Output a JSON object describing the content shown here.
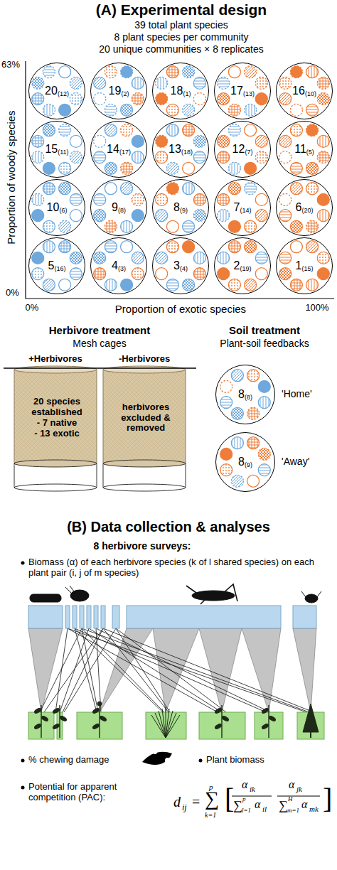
{
  "diagram": {
    "title": "(A) Experimental design",
    "nodes": [
      {
        "text": [
          "20",
          "(12)"
        ]
      },
      {
        "text": [
          "19",
          "(2)"
        ]
      },
      {
        "text": [
          "18",
          "(1)"
        ]
      },
      {
        "text": [
          "17",
          "(13)"
        ]
      },
      {
        "text": [
          "16",
          "(10)"
        ]
      },
      {
        "text": [
          "15",
          "(11)"
        ]
      },
      {
        "text": [
          "14",
          "(17)"
        ]
      },
      {
        "text": [
          "13",
          "(18)"
        ]
      },
      {
        "text": [
          "12",
          "(7)"
        ]
      },
      {
        "text": [
          "11",
          "(5)"
        ]
      },
      {
        "text": [
          "10",
          "(6)"
        ]
      },
      {
        "text": [
          "9",
          "(8)"
        ]
      },
      {
        "text": [
          "8",
          "(9)"
        ]
      },
      {
        "text": [
          "7",
          "(14)"
        ]
      },
      {
        "text": [
          "6",
          "(20)"
        ]
      },
      {
        "text": [
          "5",
          "(16)"
        ]
      },
      {
        "text": [
          "4",
          "(3)"
        ]
      },
      {
        "text": [
          "3",
          "(4)"
        ]
      },
      {
        "text": [
          "2",
          "(19)"
        ]
      },
      {
        "text": [
          "1",
          "(15)"
        ]
      },
      {
        "text": [
          "20 species established",
          "- 7 native",
          "- 13 exotic"
        ]
      },
      {
        "text": [
          "herbivores excluded & removed"
        ]
      },
      {
        "text": [
          "8",
          "(8)"
        ]
      },
      {
        "text": [
          "8",
          "(9)"
        ]
      }
    ],
    "labels": [
      "39 total plant species",
      "8 plant species per community",
      "20 unique communities × 8 replicates",
      "Proportion of woody species",
      "63%",
      "0%",
      "0%",
      "Proportion of exotic species",
      "100%",
      "Herbivore treatment",
      "Mesh cages",
      "+Herbivores",
      "-Herbivores",
      "Soil treatment",
      "Plant-soil feedbacks",
      "'Home'",
      "'Away'",
      "(B) Data collection & analyses",
      "8 herbivore surveys:",
      "Biomass (α) of each herbivore species (k of l shared species) on each plant pair (i, j of m species)",
      "% chewing damage",
      "Plant biomass",
      "Potential for apparent competition (PAC):",
      "d",
      "ij",
      "=",
      "p",
      "∑",
      "k=1",
      "[",
      "α",
      "ik",
      "∑",
      "p",
      "l=1",
      "α",
      "il",
      "α",
      "jk",
      "∑",
      "H",
      "m=1",
      "α",
      "mk",
      "]"
    ]
  }
}
